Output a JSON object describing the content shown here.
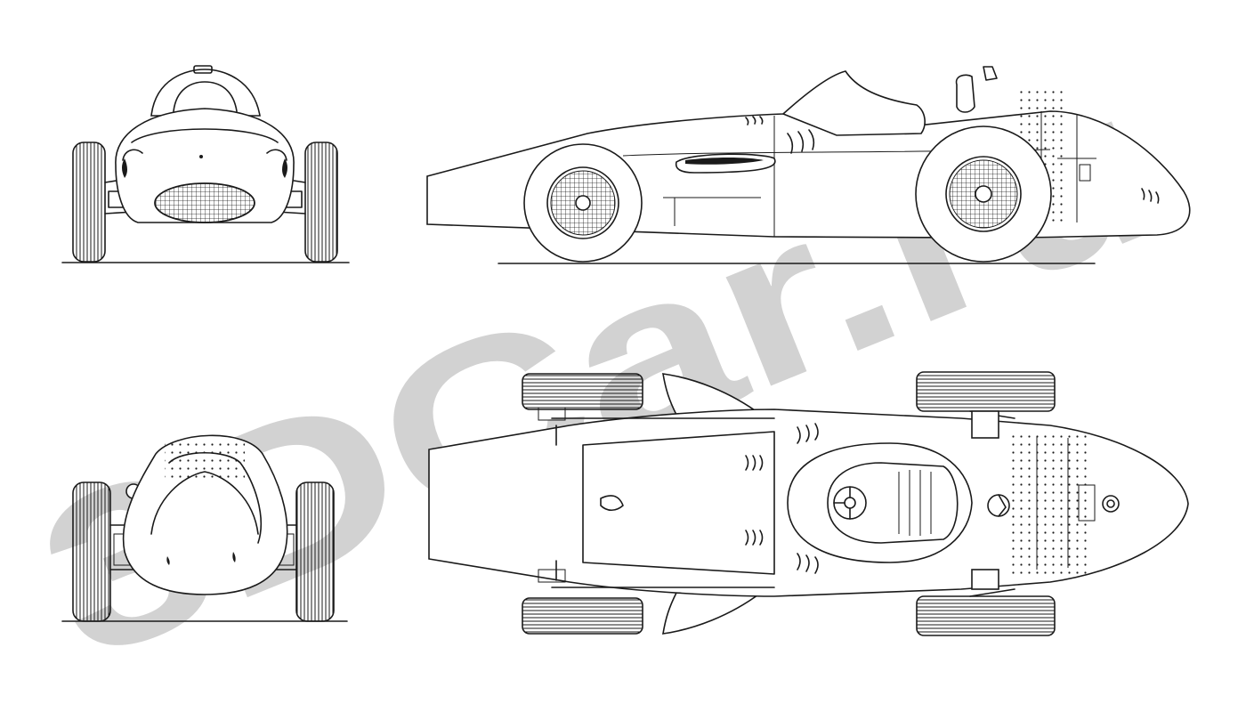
{
  "watermark": {
    "text": "3DCar.ru",
    "color": "#d2d2d2"
  },
  "views": {
    "front": "front-view",
    "side": "side-view",
    "rear": "rear-view",
    "top": "top-view"
  },
  "colors": {
    "ink": "#1a1a1a",
    "paper": "#ffffff"
  }
}
